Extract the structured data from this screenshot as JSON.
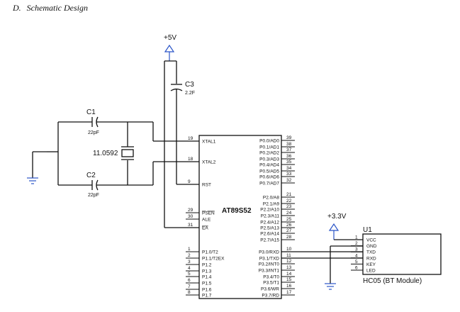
{
  "heading": {
    "section": "D.",
    "title": "Schematic Design"
  },
  "power": {
    "vcc5": "+5V",
    "vcc33": "+3.3V"
  },
  "components": {
    "c1": {
      "name": "C1",
      "value": "22pF"
    },
    "c2": {
      "name": "C2",
      "value": "22pF"
    },
    "c3": {
      "name": "C3",
      "value": "2.2F"
    },
    "crystal": {
      "value": "11.0592"
    },
    "mcu": {
      "name": "AT89S52"
    },
    "bt": {
      "ref": "U1",
      "name": "HC05 (BT Module)"
    }
  },
  "mcu_pins": {
    "left": [
      {
        "num": "19",
        "label": "XTAL1"
      },
      {
        "num": "18",
        "label": "XTAL2"
      },
      {
        "num": "9",
        "label": "RST"
      },
      {
        "num": "29",
        "label": "PSEN"
      },
      {
        "num": "30",
        "label": "ALE"
      },
      {
        "num": "31",
        "label": "EA"
      },
      {
        "num": "1",
        "label": "P1.0/T2"
      },
      {
        "num": "2",
        "label": "P1.1/T2EX"
      },
      {
        "num": "3",
        "label": "P1.2"
      },
      {
        "num": "4",
        "label": "P1.3"
      },
      {
        "num": "5",
        "label": "P1.4"
      },
      {
        "num": "6",
        "label": "P1.5"
      },
      {
        "num": "7",
        "label": "P1.6"
      },
      {
        "num": "8",
        "label": "P1.7"
      }
    ],
    "right": [
      {
        "num": "39",
        "label": "P0.0/AD0"
      },
      {
        "num": "38",
        "label": "P0.1/AD1"
      },
      {
        "num": "37",
        "label": "P0.2/AD2"
      },
      {
        "num": "36",
        "label": "P0.3/AD3"
      },
      {
        "num": "35",
        "label": "P0.4/AD4"
      },
      {
        "num": "34",
        "label": "P0.5/AD5"
      },
      {
        "num": "33",
        "label": "P0.6/AD6"
      },
      {
        "num": "32",
        "label": "P0.7/AD7"
      },
      {
        "num": "21",
        "label": "P2.0/A8"
      },
      {
        "num": "22",
        "label": "P2.1/A9"
      },
      {
        "num": "23",
        "label": "P2.2/A10"
      },
      {
        "num": "24",
        "label": "P2.3/A11"
      },
      {
        "num": "25",
        "label": "P2.4/A12"
      },
      {
        "num": "26",
        "label": "P2.5/A13"
      },
      {
        "num": "27",
        "label": "P2.6/A14"
      },
      {
        "num": "28",
        "label": "P2.7/A15"
      },
      {
        "num": "10",
        "label": "P3.0/RXD"
      },
      {
        "num": "11",
        "label": "P3.1/TXD"
      },
      {
        "num": "12",
        "label": "P3.2/INT0"
      },
      {
        "num": "13",
        "label": "P3.3/INT1"
      },
      {
        "num": "14",
        "label": "P3.4/T0"
      },
      {
        "num": "15",
        "label": "P3.5/T1"
      },
      {
        "num": "16",
        "label": "P3.6/WR"
      },
      {
        "num": "17",
        "label": "P3.7/RD"
      }
    ]
  },
  "bt_pins": [
    {
      "num": "1",
      "label": "VCC"
    },
    {
      "num": "2",
      "label": "GND"
    },
    {
      "num": "3",
      "label": "TXD"
    },
    {
      "num": "4",
      "label": "RXD"
    },
    {
      "num": "5",
      "label": "KEY"
    },
    {
      "num": "6",
      "label": "LED"
    }
  ]
}
